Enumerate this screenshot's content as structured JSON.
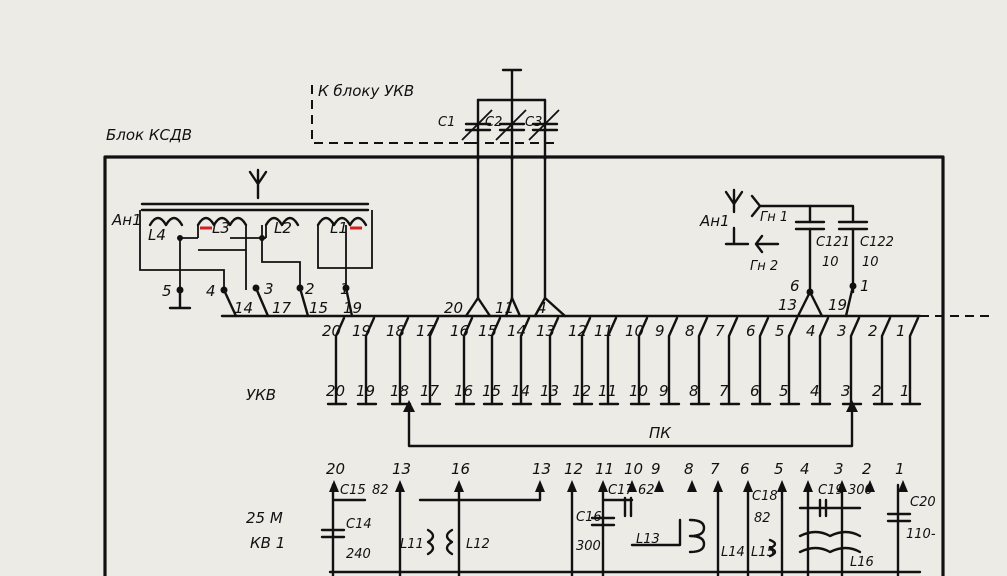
{
  "block_label": "Блок КСДВ",
  "ukv_link_label": "К блоку УКВ",
  "capacitors_top": [
    "C1",
    "C2",
    "C3"
  ],
  "antenna_coils": {
    "antenna": "Ан1",
    "coils": [
      "L4",
      "L3",
      "L2",
      "L1"
    ]
  },
  "antenna_pins": [
    "5",
    "4",
    "3",
    "2",
    "1"
  ],
  "antenna_contacts": [
    "14",
    "17",
    "15",
    "19"
  ],
  "bus_upper_labels": [
    "20",
    "11",
    "4"
  ],
  "right_jacks": {
    "antenna": "Ан1",
    "gn1": "Гн 1",
    "gn2": "Гн 2",
    "c121": "C121",
    "c121_val": "10",
    "c122": "C122",
    "c122_val": "10",
    "pin6": "6",
    "pin1": "1",
    "c13": "13",
    "c19": "19"
  },
  "switch_upper_numbers": [
    "20",
    "19",
    "18",
    "17",
    "16",
    "15",
    "14",
    "13",
    "12",
    "11",
    "10",
    "9",
    "8",
    "7",
    "6",
    "5",
    "4",
    "3",
    "2",
    "1"
  ],
  "ukv_row_label": "УКВ",
  "switch_lower_numbers": [
    "20",
    "19",
    "18",
    "17",
    "16",
    "15",
    "14",
    "13",
    "12",
    "11",
    "10",
    "9",
    "8",
    "7",
    "6",
    "5",
    "4",
    "3",
    "2",
    "1"
  ],
  "pk_label": "ПК",
  "kv1": {
    "band": "25 М",
    "name": "КВ 1",
    "top_numbers": [
      "20",
      "13",
      "16",
      "13",
      "12",
      "11",
      "10",
      "9",
      "8",
      "7",
      "6",
      "5",
      "4",
      "3",
      "2",
      "1"
    ],
    "components": {
      "c15": "C15",
      "c15_val": "82",
      "c14": "C14",
      "c14_val": "240",
      "l11": "L11",
      "l12": "L12",
      "c16": "C16",
      "c16_val": "300",
      "c17": "C17",
      "c17_val": "62",
      "l13": "L13",
      "l14": "L14",
      "l15": "L15",
      "c18": "C18",
      "c18_val": "82",
      "c19": "C19",
      "c19_val": "300",
      "l16": "L16",
      "c20": "C20",
      "c20_val": "110-"
    }
  }
}
